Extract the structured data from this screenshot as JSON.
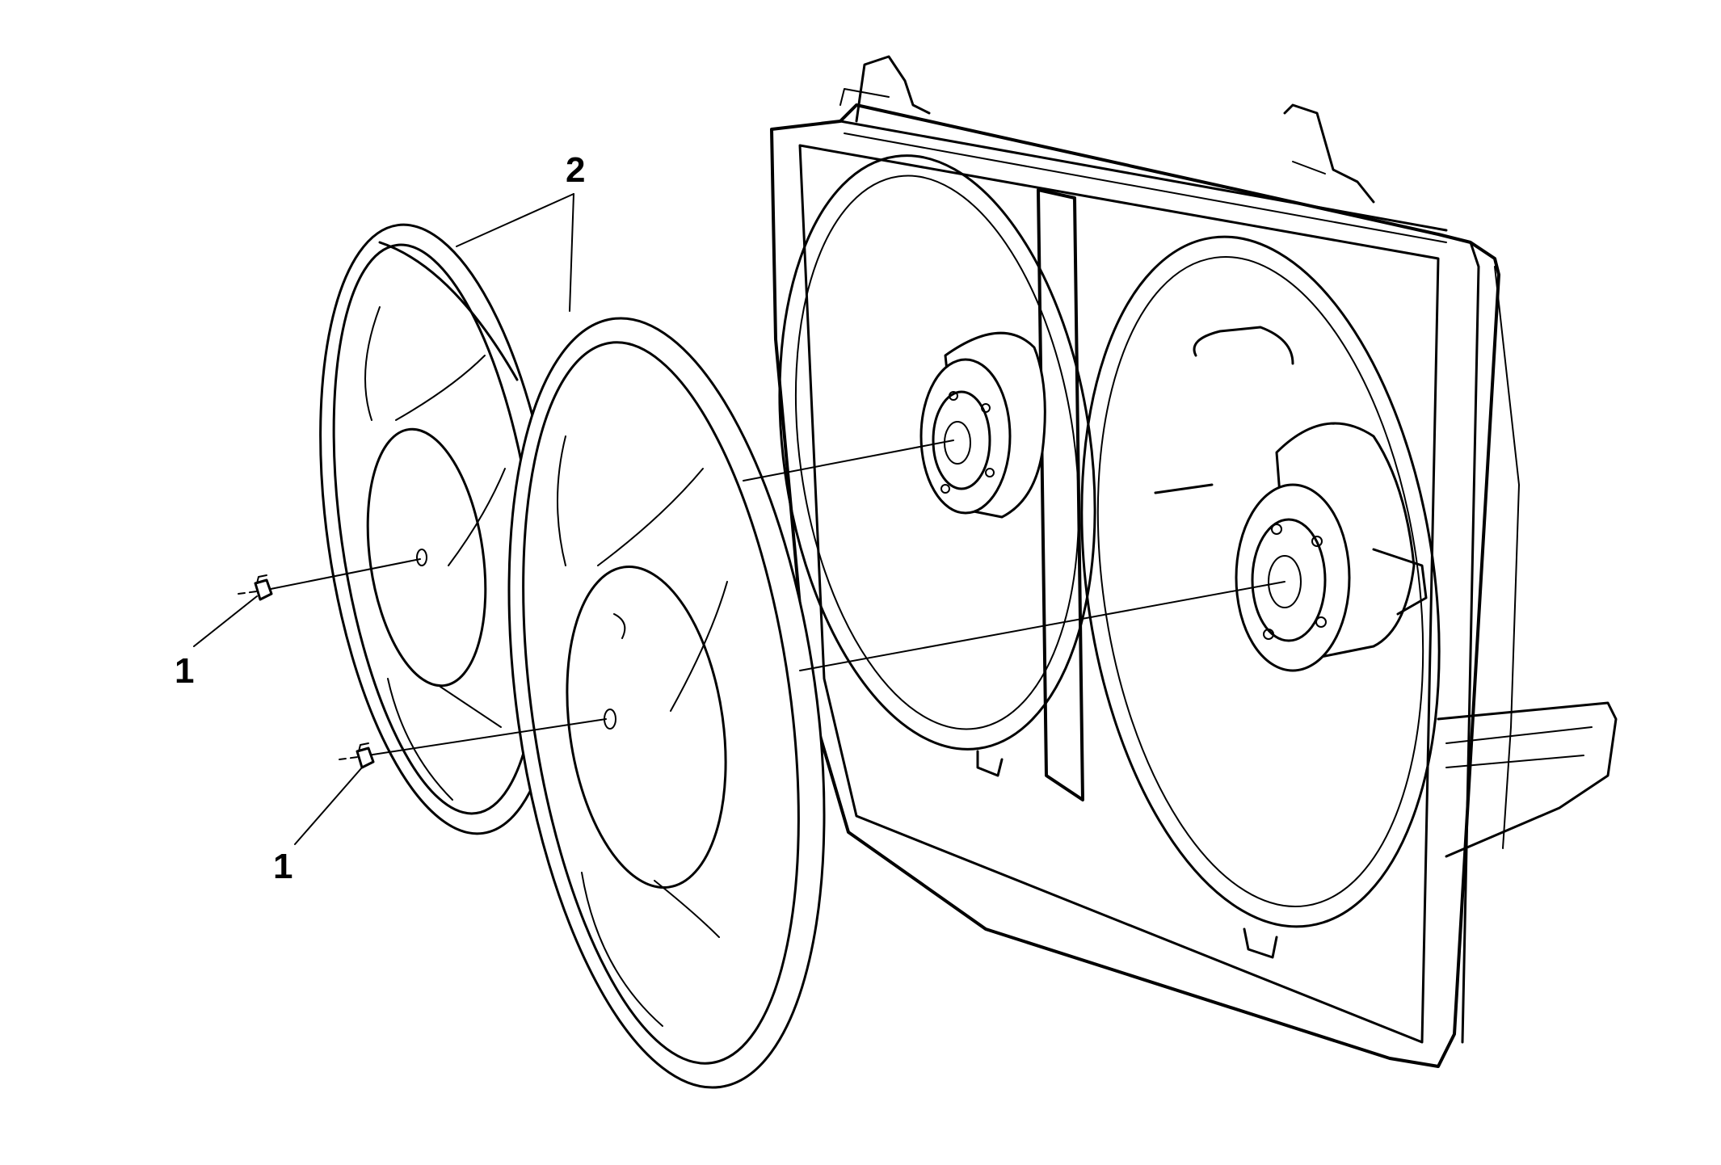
{
  "diagram": {
    "callouts": [
      {
        "id": "nut-upper",
        "label": "1"
      },
      {
        "id": "nut-lower",
        "label": "1"
      },
      {
        "id": "fan-blades",
        "label": "2"
      }
    ],
    "colors": {
      "line": "#000000",
      "background": "#ffffff"
    }
  }
}
